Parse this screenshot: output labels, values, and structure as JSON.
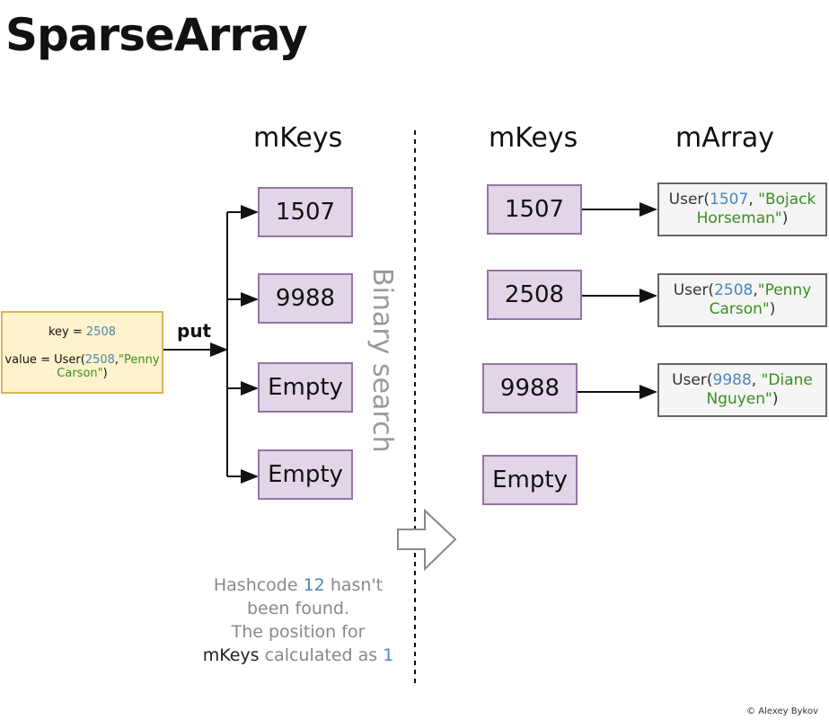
{
  "title": "SparseArray",
  "left": {
    "heading": "mKeys",
    "keys": [
      "1507",
      "9988",
      "Empty",
      "Empty"
    ]
  },
  "input": {
    "key_label": "key = ",
    "key_value": "2508",
    "value_label": "value = User(",
    "value_num": "2508",
    "value_comma": ",",
    "value_str_1": "\"Penny",
    "value_str_2": "Carson\"",
    "value_close": ")"
  },
  "put_label": "put",
  "binary_search_label": "Binary search",
  "note": {
    "p1": "Hashcode ",
    "hash": "12",
    "p2": " hasn't",
    "line2": "been found.",
    "line3": "The position for",
    "mkeys": "mKeys",
    "p3": " calculated as ",
    "pos": "1"
  },
  "right": {
    "keys_heading": "mKeys",
    "array_heading": "mArray",
    "keys": [
      "1507",
      "2508",
      "9988",
      "Empty"
    ],
    "users": [
      {
        "prefix": "User(",
        "num": "1507",
        "sep": ", ",
        "str1": "\"Bojack",
        "str2": "Horseman\"",
        "close": ")"
      },
      {
        "prefix": "User(",
        "num": "2508",
        "sep": ",",
        "str1": "\"Penny",
        "str2": "Carson\"",
        "close": ")"
      },
      {
        "prefix": "User(",
        "num": "9988",
        "sep": ", ",
        "str1": "\"Diane",
        "str2": "Nguyen\"",
        "close": ")"
      }
    ]
  },
  "copyright": "© Alexey Bykov",
  "colors": {
    "key_fill": "#e1d5e7",
    "key_border": "#9673a6",
    "input_fill": "#fff2cc",
    "input_border": "#d6b656",
    "number": "#4a86b8",
    "string": "#3a8f1f"
  }
}
